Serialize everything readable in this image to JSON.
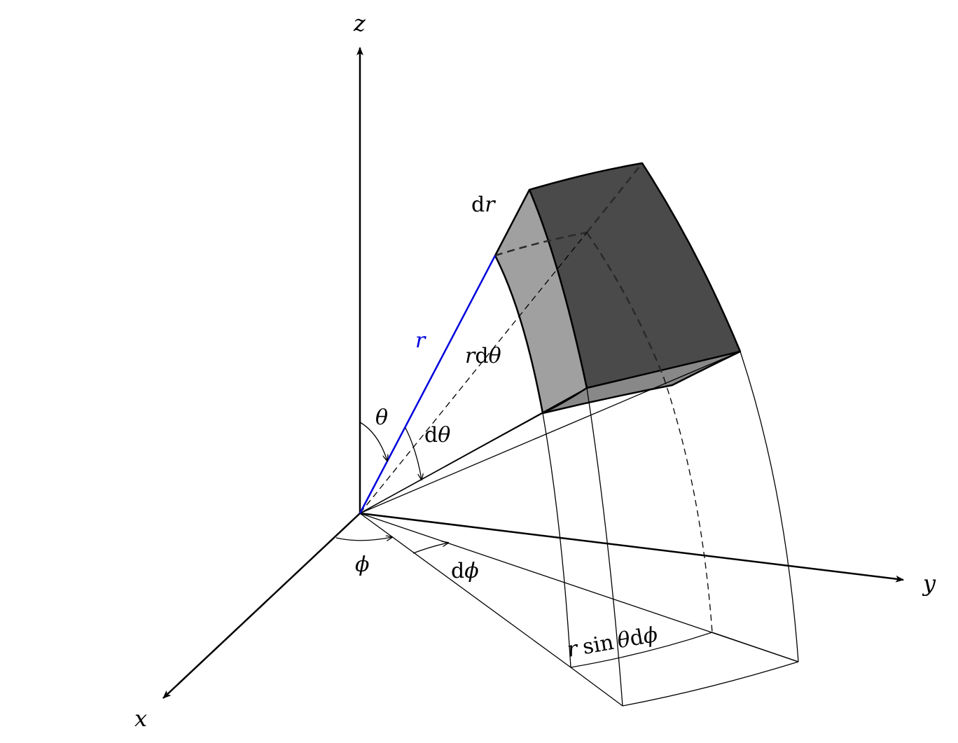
{
  "axes": {
    "x_label": "x",
    "y_label": "y",
    "z_label": "z"
  },
  "labels": {
    "r": "r",
    "dr_d": "d",
    "dr_r": "r",
    "theta": "θ",
    "dtheta_d": "d",
    "dtheta_theta": "θ",
    "rdtheta_r": "r",
    "rdtheta_d": "d",
    "rdtheta_theta": "θ",
    "phi": "ϕ",
    "dphi_d": "d",
    "dphi_phi": "ϕ",
    "rsin_r": "r",
    "rsin_sin": "sin",
    "rsin_theta": "θ",
    "rsin_d": "d",
    "rsin_phi": "ϕ"
  },
  "colors": {
    "radius_line": "#0000dd",
    "front_face": "#a0a0a0",
    "top_face": "#4a4a4a",
    "bottom_face": "#888888",
    "lines": "#000000"
  }
}
